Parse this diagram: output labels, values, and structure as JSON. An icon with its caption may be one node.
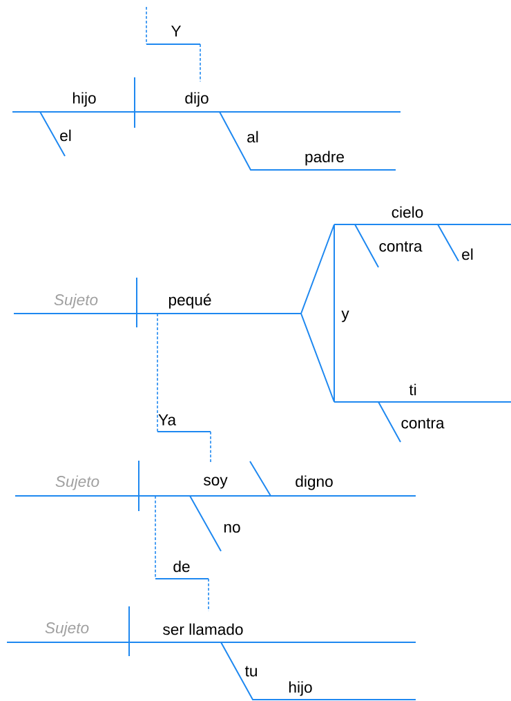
{
  "diagram": {
    "labels": [
      "Y",
      "hijo",
      "dijo",
      "el",
      "al",
      "padre",
      "cielo",
      "contra",
      "el",
      "Sujeto",
      "pequé",
      "y",
      "ti",
      "Ya",
      "contra",
      "Sujeto",
      "soy",
      "digno",
      "no",
      "de",
      "Sujeto",
      "ser llamado",
      "tu",
      "hijo"
    ]
  }
}
